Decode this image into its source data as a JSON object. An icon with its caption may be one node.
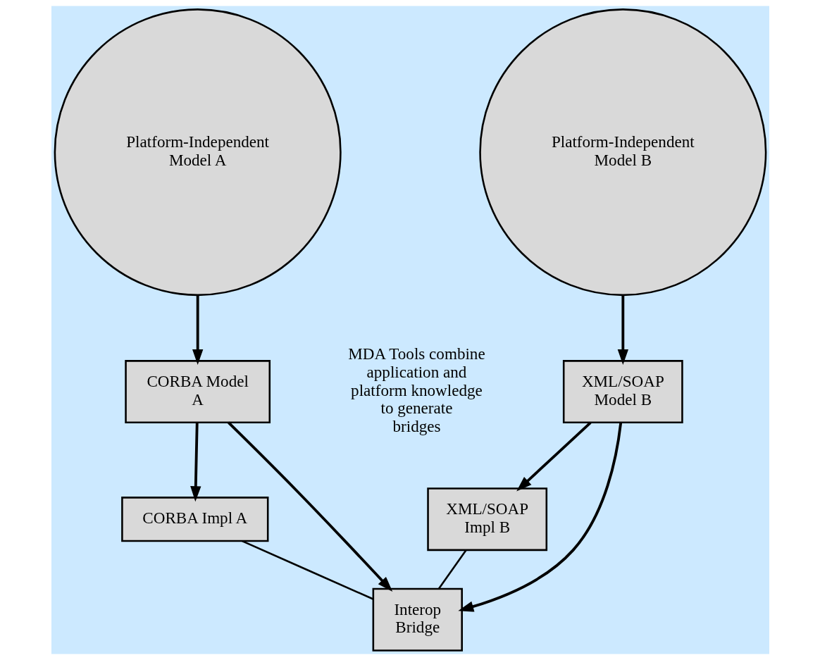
{
  "diagram": {
    "nodes": [
      {
        "text": [
          "Platform-Independent Model A"
        ]
      },
      {
        "text": [
          "Platform-Independent Model B"
        ]
      },
      {
        "text": [
          "CORBA Model A"
        ]
      },
      {
        "text": [
          "XML/SOAP Model B"
        ]
      },
      {
        "text": [
          "CORBA Impl A"
        ]
      },
      {
        "text": [
          "XML/SOAP Impl B"
        ]
      },
      {
        "text": [
          "Interop Bridge"
        ]
      }
    ],
    "edges": [
      {
        "from": 0,
        "to": 2,
        "arrow": "to"
      },
      {
        "from": 1,
        "to": 3,
        "arrow": "to"
      },
      {
        "from": 2,
        "to": 4,
        "arrow": "to"
      },
      {
        "from": 3,
        "to": 5,
        "arrow": "to"
      },
      {
        "from": 2,
        "to": 6,
        "arrow": "to"
      },
      {
        "from": 3,
        "to": 6,
        "arrow": "to"
      },
      {
        "from": 4,
        "to": 6,
        "arrow": "none"
      },
      {
        "from": 5,
        "to": 6,
        "arrow": "none"
      }
    ],
    "labels": [
      "MDA Tools combine application and platform knowledge to generate bridges"
    ]
  }
}
